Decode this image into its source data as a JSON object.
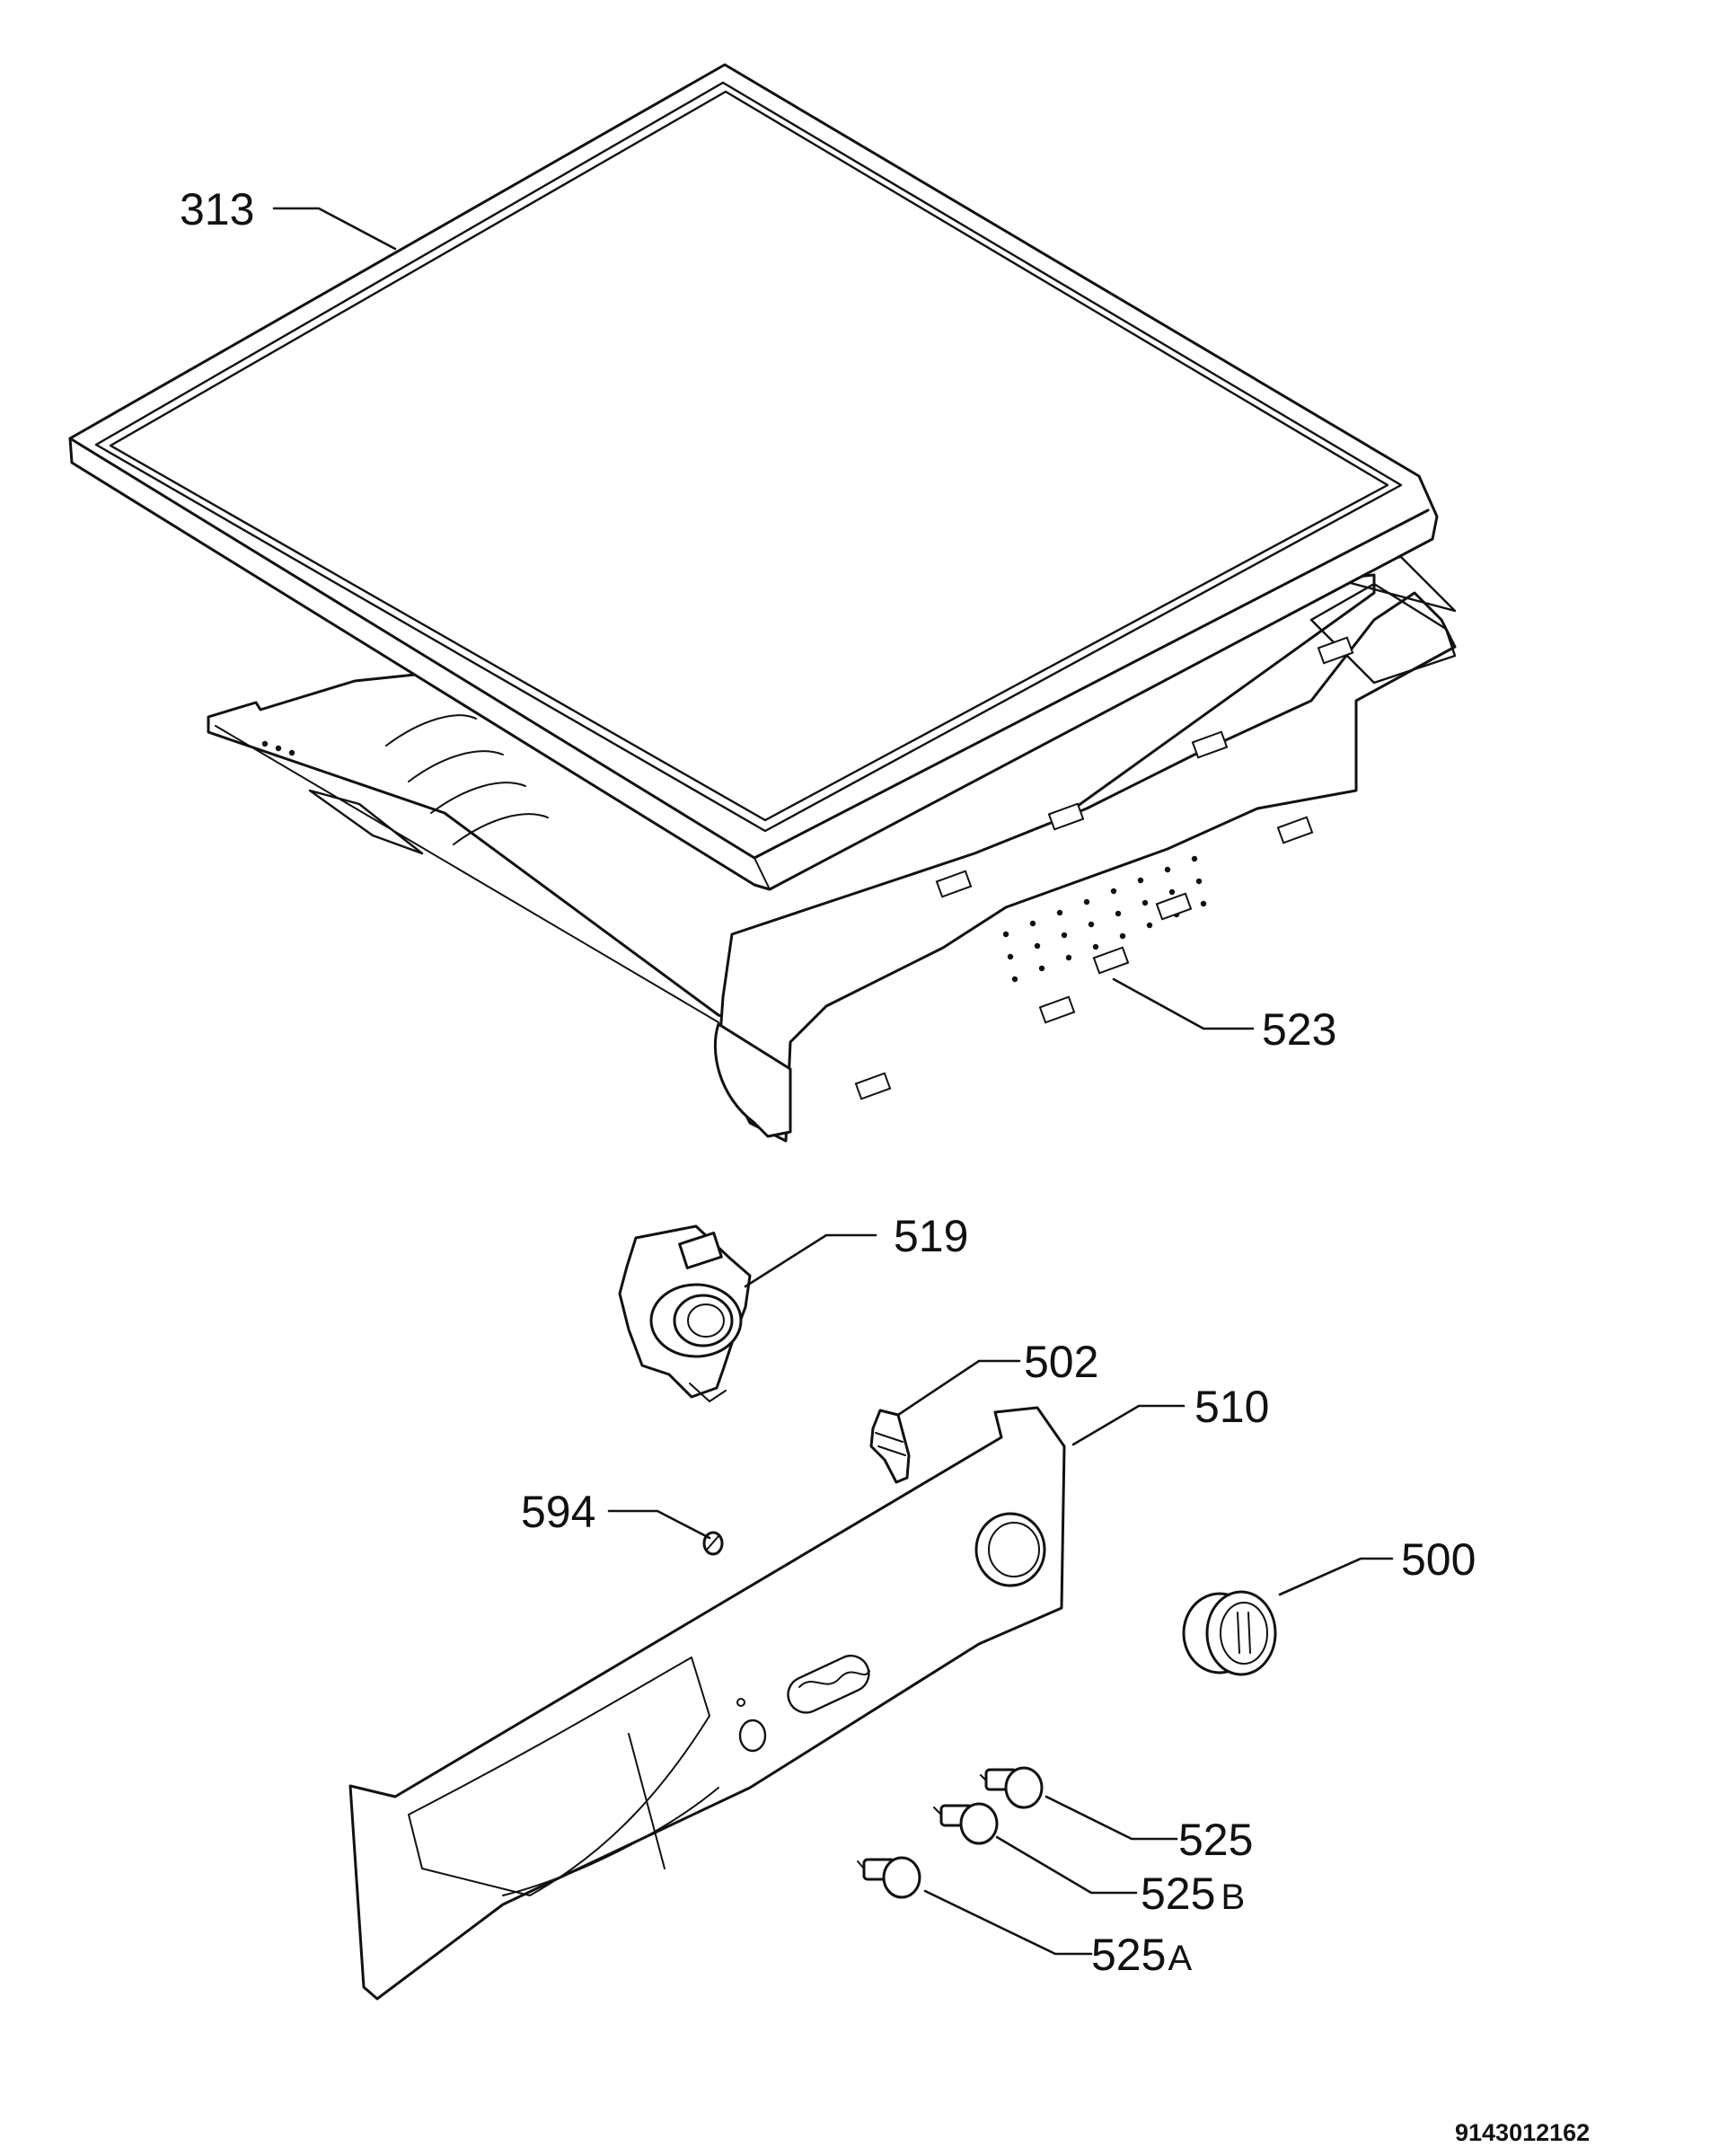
{
  "parts": {
    "top_cover": {
      "label": "313"
    },
    "control_panel_frame": {
      "label": "523"
    },
    "support": {
      "label": "519"
    },
    "clip": {
      "label": "502"
    },
    "front_panel": {
      "label": "510"
    },
    "screw": {
      "label": "594"
    },
    "knob": {
      "label": "500"
    },
    "button": {
      "label": "525"
    },
    "button_b": {
      "label": "525",
      "suffix": "B"
    },
    "button_a": {
      "label": "525",
      "suffix": "A"
    }
  },
  "document_number": "9143012162",
  "colors": {
    "line": "#111111",
    "background": "#ffffff"
  }
}
